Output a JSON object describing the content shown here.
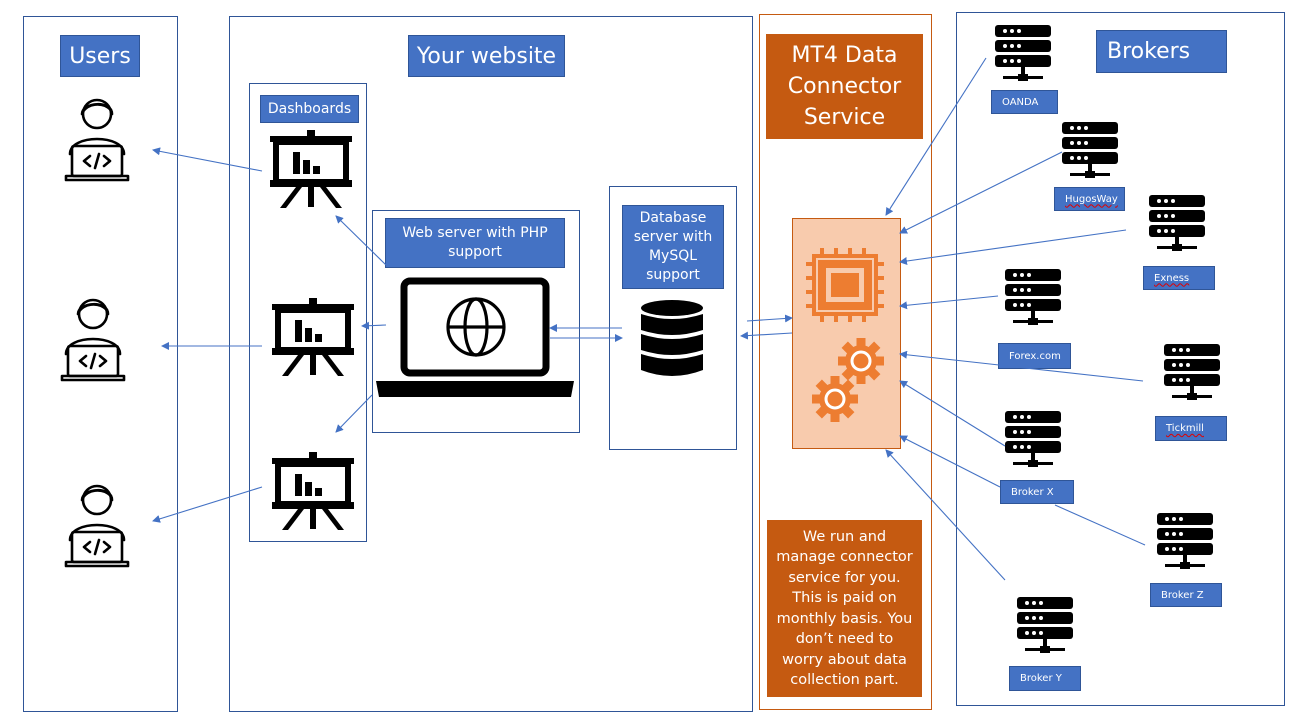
{
  "sections": {
    "users": "Users",
    "website": "Your website",
    "connector": "MT4 Data Connector Service",
    "brokers": "Brokers"
  },
  "website": {
    "dashboards": "Dashboards",
    "web_server": "Web server with PHP support",
    "database_server": "Database server with MySQL support"
  },
  "connector_note": "We run and manage connector service for you. This is paid on monthly basis. You don’t need to worry about data collection part.",
  "brokers": [
    "OANDA",
    "HugosWay",
    "Exness",
    "Forex.com",
    "Tickmill",
    "Broker X",
    "Broker Z",
    "Broker Y"
  ],
  "colors": {
    "accent_blue": "#4472c4",
    "accent_orange": "#c55a11",
    "processor_fill": "#f8cbad",
    "gear_orange": "#ed7d31"
  },
  "icons": [
    "user-coder-icon",
    "presentation-chart-icon",
    "laptop-globe-icon",
    "database-icon",
    "cpu-chip-icon",
    "gears-icon",
    "server-rack-icon"
  ]
}
